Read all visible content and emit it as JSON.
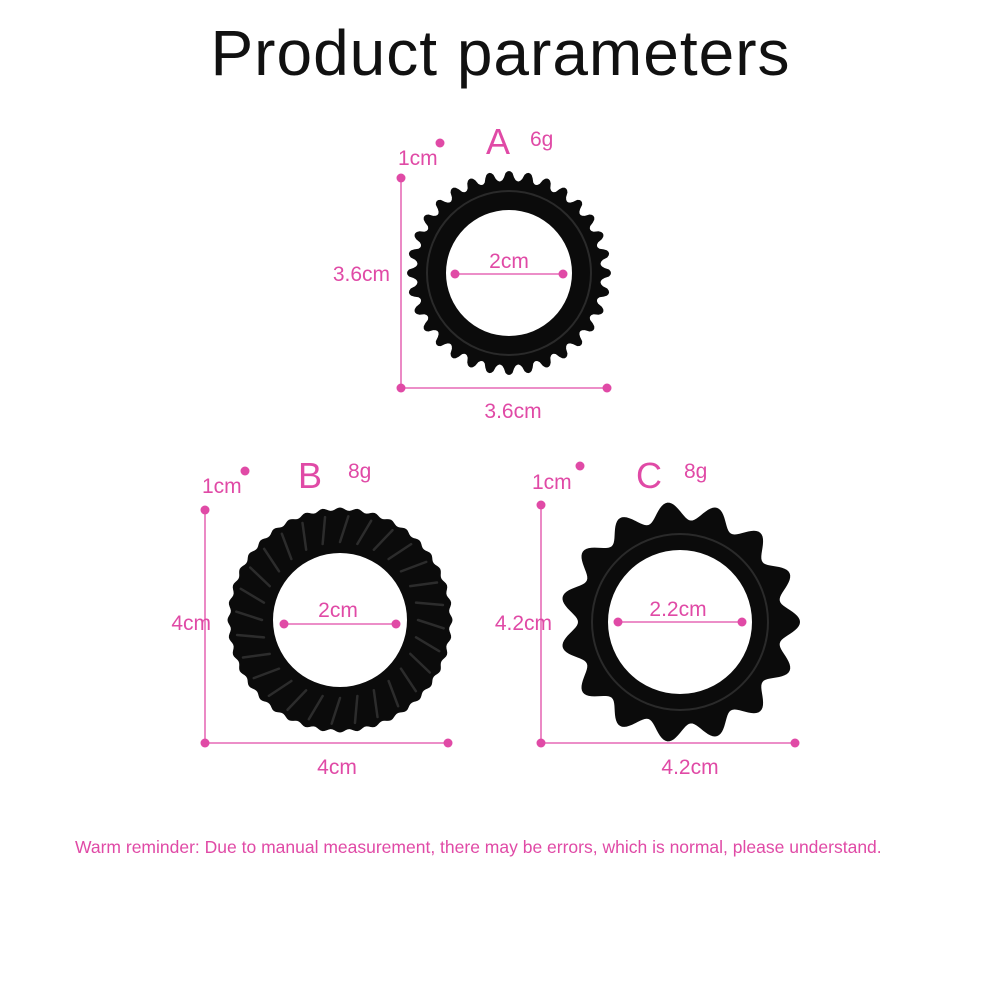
{
  "title": "Product parameters",
  "accent_color": "#e04aa6",
  "ring_color": "#0b0b0b",
  "products": [
    {
      "letter": "A",
      "weight": "6g",
      "thickness": "1cm",
      "height": "3.6cm",
      "width": "3.6cm",
      "inner_diameter": "2cm",
      "style": "studded-tire-ring-icon"
    },
    {
      "letter": "B",
      "weight": "8g",
      "thickness": "1cm",
      "height": "4cm",
      "width": "4cm",
      "inner_diameter": "2cm",
      "style": "tread-tire-ring-icon"
    },
    {
      "letter": "C",
      "weight": "8g",
      "thickness": "1cm",
      "height": "4.2cm",
      "width": "4.2cm",
      "inner_diameter": "2.2cm",
      "style": "scalloped-ring-icon"
    }
  ],
  "reminder": "Warm reminder: Due to manual measurement, there may be errors, which is normal, please understand."
}
